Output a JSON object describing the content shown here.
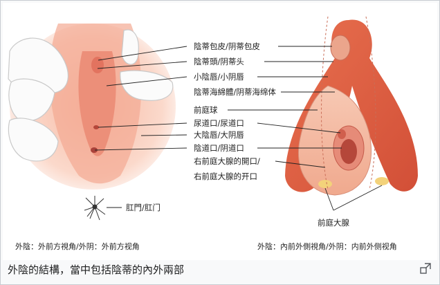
{
  "labels": {
    "clitoral_hood": "陰蒂包皮/阴蒂包皮",
    "glans_clitoris": "陰蒂頭/阴蒂头",
    "labia_minora": "小陰唇/小阴唇",
    "corpus_cavernosum": "陰蒂海綿體/阴蒂海绵体",
    "vestibular_bulb": "前庭球",
    "urethral_opening": "尿道口/尿道口",
    "labia_majora": "大陰唇/大阴唇",
    "vaginal_opening": "陰道口/阴道口",
    "bartholin_opening_trad": "右前庭大腺的開口/",
    "bartholin_opening_simp": "右前庭大腺的开口",
    "anus": "肛門/肛门",
    "bartholin_gland": "前庭大腺"
  },
  "view_left": "外陰：外前方視角/外阴：外前方视角",
  "view_right": "外陰：內前外側視角/外阴：内前外侧视角",
  "caption": "外陰的結構，當中包括陰蒂的內外兩部",
  "icons": {
    "enlarge": "enlarge-icon"
  }
}
